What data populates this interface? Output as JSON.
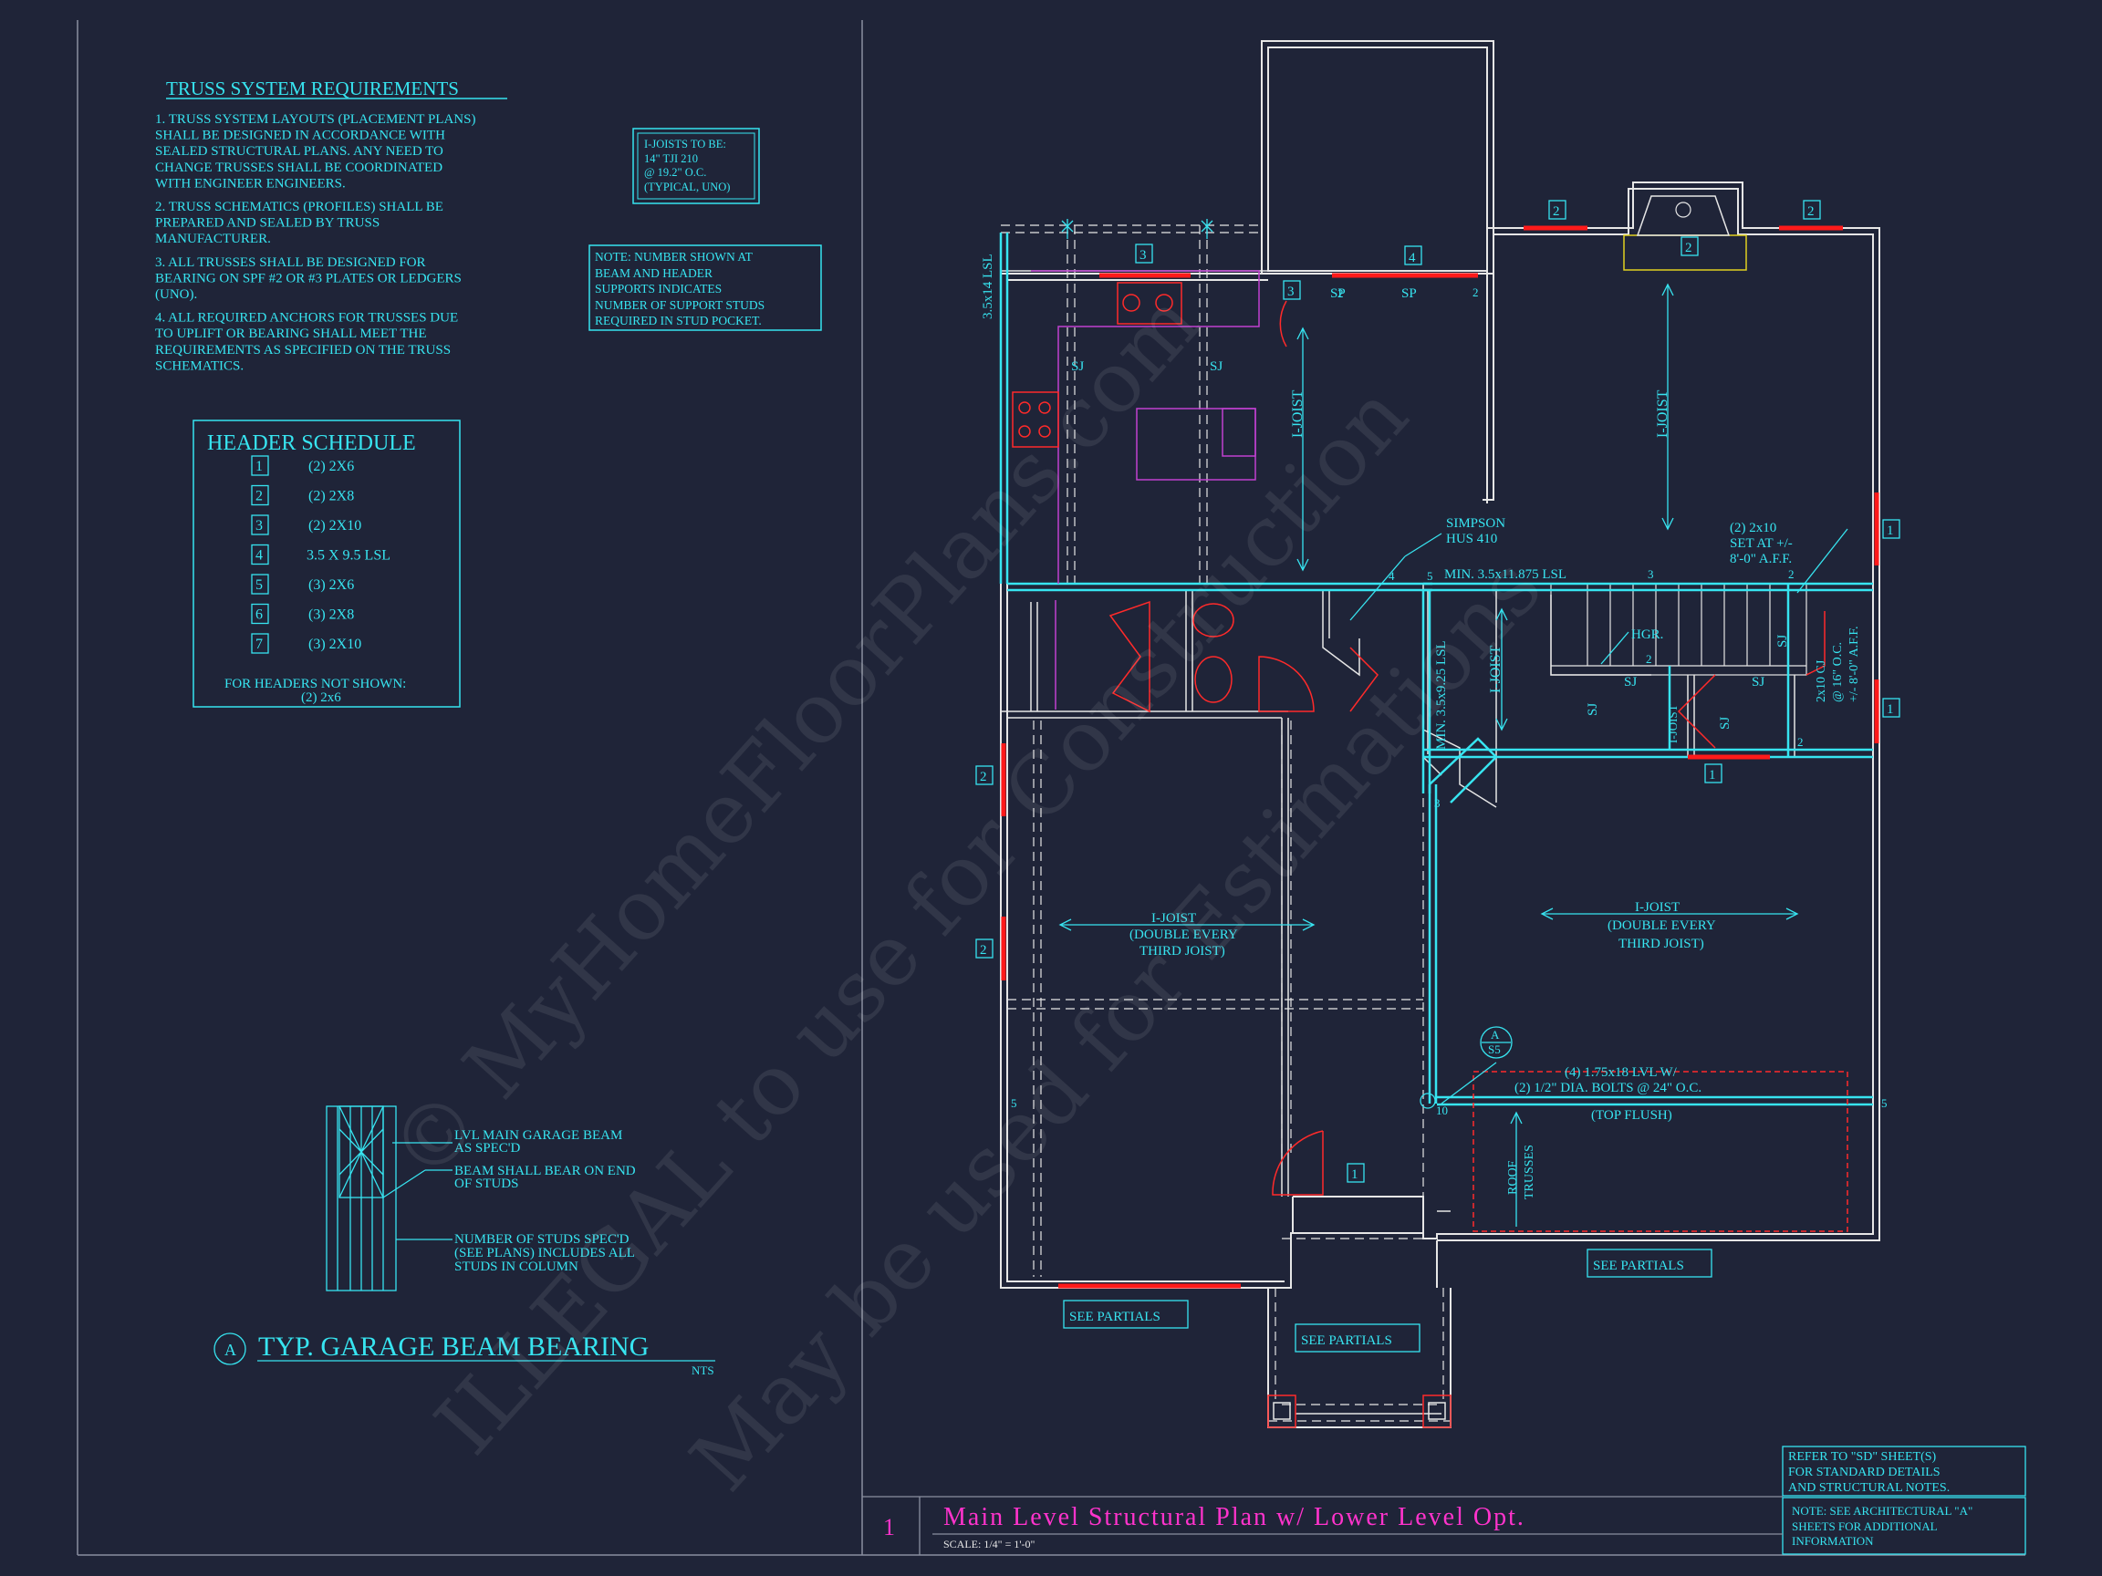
{
  "truss_notes": {
    "title": "TRUSS SYSTEM REQUIREMENTS",
    "lines": [
      "1. TRUSS SYSTEM LAYOUTS (PLACEMENT PLANS)",
      "SHALL BE DESIGNED IN ACCORDANCE WITH",
      "SEALED STRUCTURAL PLANS. ANY NEED TO",
      "CHANGE TRUSSES SHALL BE COORDINATED",
      "WITH ENGINEER ENGINEERS.",
      "2. TRUSS SCHEMATICS (PROFILES) SHALL BE",
      "PREPARED AND SEALED BY TRUSS",
      "MANUFACTURER.",
      "3. ALL TRUSSES SHALL BE DESIGNED FOR",
      "BEARING ON SPF #2 OR #3 PLATES OR LEDGERS",
      "(UNO).",
      "4. ALL REQUIRED ANCHORS FOR TRUSSES DUE",
      "TO UPLIFT OR BEARING SHALL MEET THE",
      "REQUIREMENTS AS SPECIFIED ON THE TRUSS",
      "SCHEMATICS."
    ]
  },
  "ijoist_note": [
    "I-JOISTS TO BE:",
    "14\" TJI 210",
    "@ 19.2\" O.C.",
    "(TYPICAL, UNO)"
  ],
  "support_note": [
    "NOTE: NUMBER SHOWN AT",
    "BEAM AND HEADER",
    "SUPPORTS INDICATES",
    "NUMBER OF SUPPORT STUDS",
    "REQUIRED IN STUD POCKET."
  ],
  "header_schedule": {
    "title": "HEADER SCHEDULE",
    "rows": [
      {
        "key": "1",
        "value": "(2) 2X6"
      },
      {
        "key": "2",
        "value": "(2) 2X8"
      },
      {
        "key": "3",
        "value": "(2) 2X10"
      },
      {
        "key": "4",
        "value": "3.5 X 9.5 LSL"
      },
      {
        "key": "5",
        "value": "(3) 2X6"
      },
      {
        "key": "6",
        "value": "(3) 2X8"
      },
      {
        "key": "7",
        "value": "(3) 2X10"
      }
    ],
    "footer1": "FOR HEADERS NOT SHOWN:",
    "footer2": "(2) 2x6"
  },
  "detail": {
    "notes": [
      "LVL MAIN GARAGE BEAM",
      "AS SPEC'D",
      "BEAM SHALL BEAR ON END",
      "OF STUDS",
      "NUMBER OF STUDS SPEC'D",
      "(SEE PLANS) INCLUDES ALL",
      "STUDS IN COLUMN"
    ],
    "marker": "A",
    "title": "TYP. GARAGE BEAM BEARING",
    "scale": "NTS"
  },
  "plan": {
    "lsl_left": "3.5x14 LSL",
    "i_joist": "I-JOIST",
    "sj": "SJ",
    "sp": "SP",
    "simpson": [
      "SIMPSON",
      "HUS 410"
    ],
    "min_lsl": "MIN. 3.5x11.875 LSL",
    "min_lsl_vert": "MIN. 3.5x9.25 LSL",
    "set_note": [
      "(2) 2x10",
      "SET AT +/-",
      "8'-0\" A.F.F."
    ],
    "cj_note": [
      "2x10 CJ",
      "@ 16\" O.C.",
      "+/- 8'-0\" A.F.F."
    ],
    "hgr": "HGR.",
    "double_joist": [
      "I-JOIST",
      "(DOUBLE EVERY",
      "THIRD JOIST)"
    ],
    "lvl_note": [
      "(4) 1.75x18 LVL W/",
      "(2) 1/2\" DIA. BOLTS @ 24\" O.C.",
      "(TOP FLUSH)"
    ],
    "roof_trusses": [
      "ROOF",
      "TRUSSES"
    ],
    "see_partials": "SEE PARTIALS",
    "section_marker": [
      "A",
      "S5"
    ],
    "numbers": [
      "1",
      "2",
      "3",
      "4",
      "5",
      "10"
    ]
  },
  "refer_note": [
    "REFER TO \"SD\" SHEET(S)",
    "FOR STANDARD DETAILS",
    "AND STRUCTURAL NOTES."
  ],
  "see_arch_note": [
    "NOTE: SEE ARCHITECTURAL \"A\"",
    "SHEETS FOR ADDITIONAL",
    "INFORMATION"
  ],
  "title_block": {
    "number": "1",
    "title": "Main Level Structural Plan w/ Lower Level Opt.",
    "scale": "SCALE: 1/4\" = 1'-0\""
  },
  "watermark": [
    "© MyHomeFloorPlans.com",
    "ILLEGAL to use for Construction",
    "May be used for Estimations"
  ]
}
